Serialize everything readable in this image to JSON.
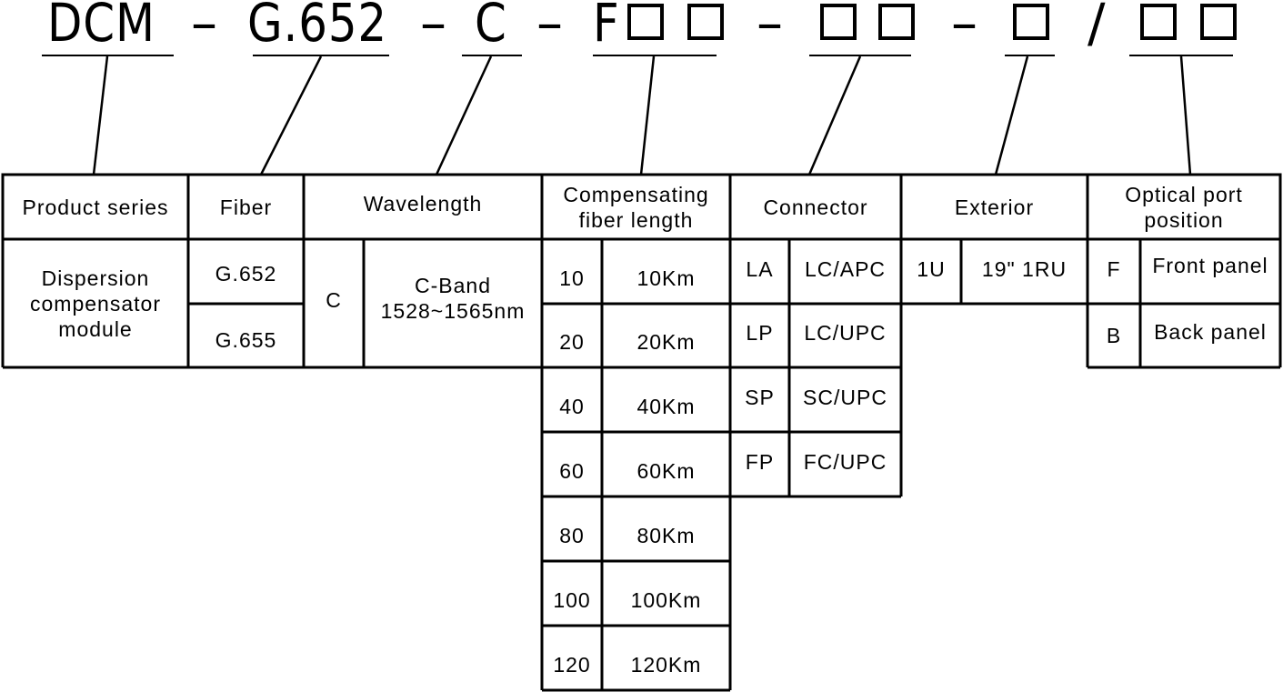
{
  "code": {
    "prefix": "DCM",
    "fiber": "G.652",
    "wavelength": "C",
    "length_prefix": "F",
    "slash": "/"
  },
  "headers": {
    "product_series": "Product series",
    "fiber": "Fiber",
    "wavelength": "Wavelength",
    "compensating_length": "Compensating fiber length",
    "connector": "Connector",
    "exterior": "Exterior",
    "optical_port": "Optical port position"
  },
  "product_series": {
    "value": "Dispersion compensator module"
  },
  "fiber": [
    {
      "code": "G.652"
    },
    {
      "code": "G.655"
    }
  ],
  "wavelength": {
    "code": "C",
    "desc_line1": "C-Band",
    "desc_line2": "1528~1565nm"
  },
  "lengths": [
    {
      "code": "10",
      "desc": "10Km"
    },
    {
      "code": "20",
      "desc": "20Km"
    },
    {
      "code": "40",
      "desc": "40Km"
    },
    {
      "code": "60",
      "desc": "60Km"
    },
    {
      "code": "80",
      "desc": "80Km"
    },
    {
      "code": "100",
      "desc": "100Km"
    },
    {
      "code": "120",
      "desc": "120Km"
    }
  ],
  "connectors": [
    {
      "code": "LA",
      "desc": "LC/APC"
    },
    {
      "code": "LP",
      "desc": "LC/UPC"
    },
    {
      "code": "SP",
      "desc": "SC/UPC"
    },
    {
      "code": "FP",
      "desc": "FC/UPC"
    }
  ],
  "exterior": {
    "code": "1U",
    "desc": "19\" 1RU"
  },
  "optical_port": [
    {
      "code": "F",
      "desc": "Front panel"
    },
    {
      "code": "B",
      "desc": "Back panel"
    }
  ]
}
